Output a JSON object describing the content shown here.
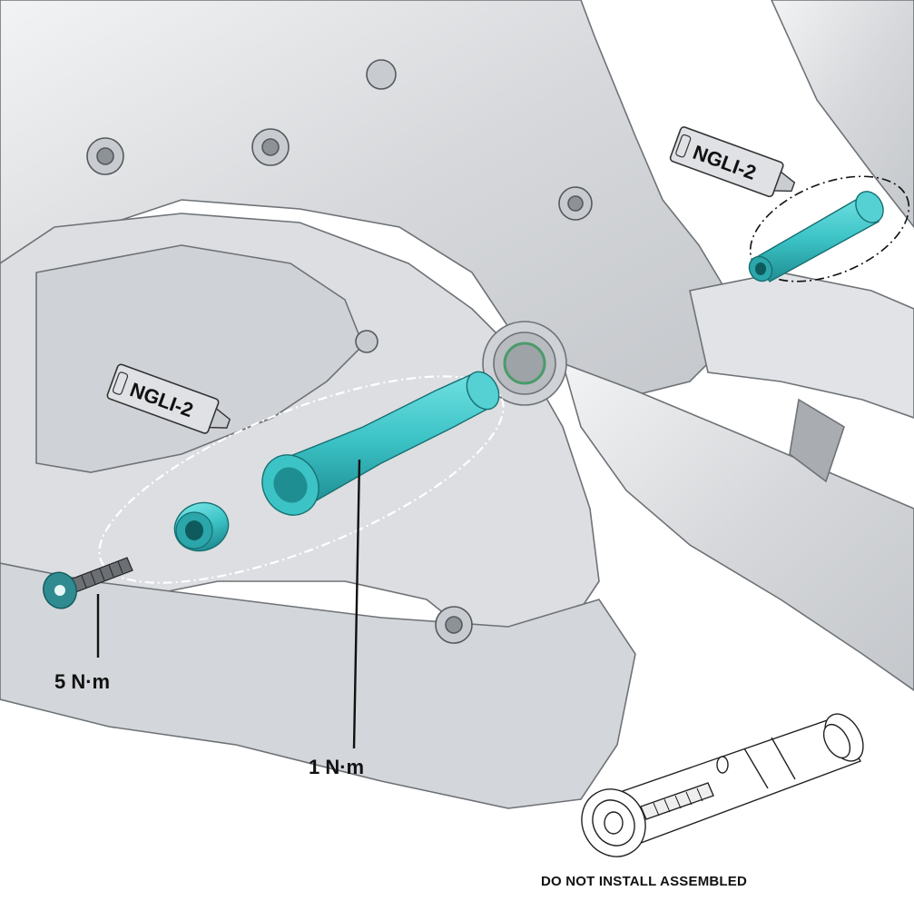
{
  "labels": {
    "grease_tube_upper": "NGLI-2",
    "grease_tube_lower": "NGLI-2",
    "torque_bolt": "5 N·m",
    "torque_axle": "1 N·m",
    "warning": "DO NOT INSTALL ASSEMBLED"
  },
  "colors": {
    "part_highlight": "#3cc3c6",
    "part_shadow": "#1f8e93",
    "frame_fill": "#d9dbde",
    "frame_stroke": "#6e7276",
    "line": "#111111",
    "background": "#ffffff"
  }
}
